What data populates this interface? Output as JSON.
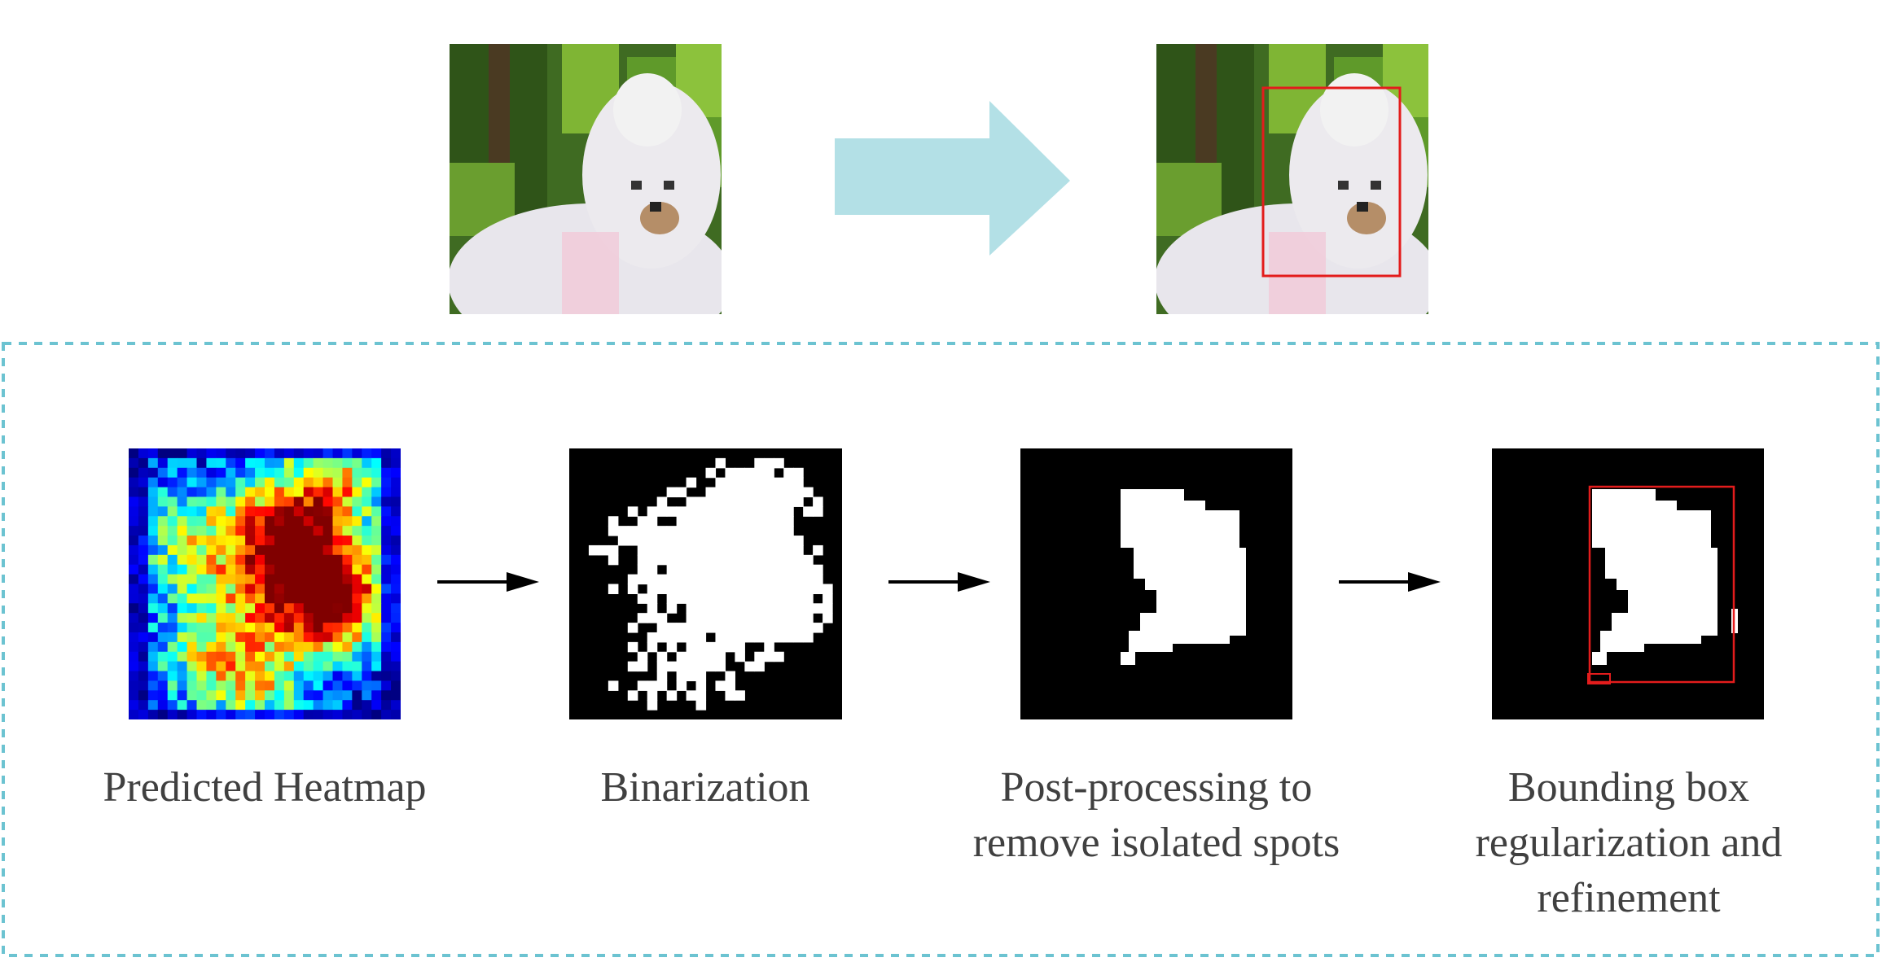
{
  "colors": {
    "dashed_border": "#6cc3d1",
    "big_arrow": "#b3e0e6",
    "box": "#e31c1c",
    "arrow": "#000000",
    "text": "#404040"
  },
  "images": {
    "input": {
      "description": "photo of a white dog",
      "icon": "dog-photo"
    },
    "output": {
      "description": "photo of a white dog with bounding box",
      "icon": "dog-photo-with-box"
    }
  },
  "steps": [
    {
      "lines": [
        "Predicted Heatmap"
      ]
    },
    {
      "lines": [
        "Binarization"
      ]
    },
    {
      "lines": [
        "Post-processing to",
        "remove isolated spots"
      ]
    },
    {
      "lines": [
        "Bounding box",
        "regularization and",
        "refinement"
      ]
    }
  ]
}
